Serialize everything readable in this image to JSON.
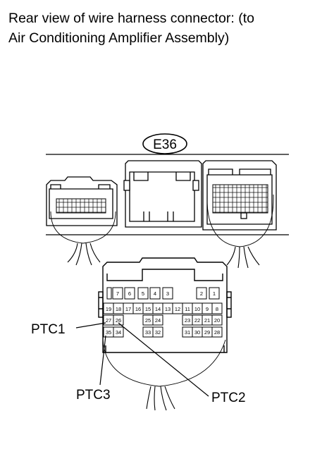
{
  "caption": {
    "line1": "Rear view of wire harness connector: (to",
    "line2": "Air Conditioning Amplifier Assembly)"
  },
  "connector_code": "E36",
  "pins": {
    "row1": [
      "7",
      "6",
      "5",
      "4",
      "3",
      "2",
      "1"
    ],
    "row2": [
      "19",
      "18",
      "17",
      "16",
      "15",
      "14",
      "13",
      "12",
      "11",
      "10",
      "9",
      "8"
    ],
    "row3": [
      "27",
      "26",
      "25",
      "24",
      "23",
      "22",
      "21",
      "20"
    ],
    "row4": [
      "35",
      "34",
      "33",
      "32",
      "31",
      "30",
      "29",
      "28"
    ]
  },
  "callouts": {
    "ptc1": "PTC1",
    "ptc2": "PTC2",
    "ptc3": "PTC3"
  },
  "colors": {
    "line": "#000000",
    "panel": "#f2f2f2"
  }
}
